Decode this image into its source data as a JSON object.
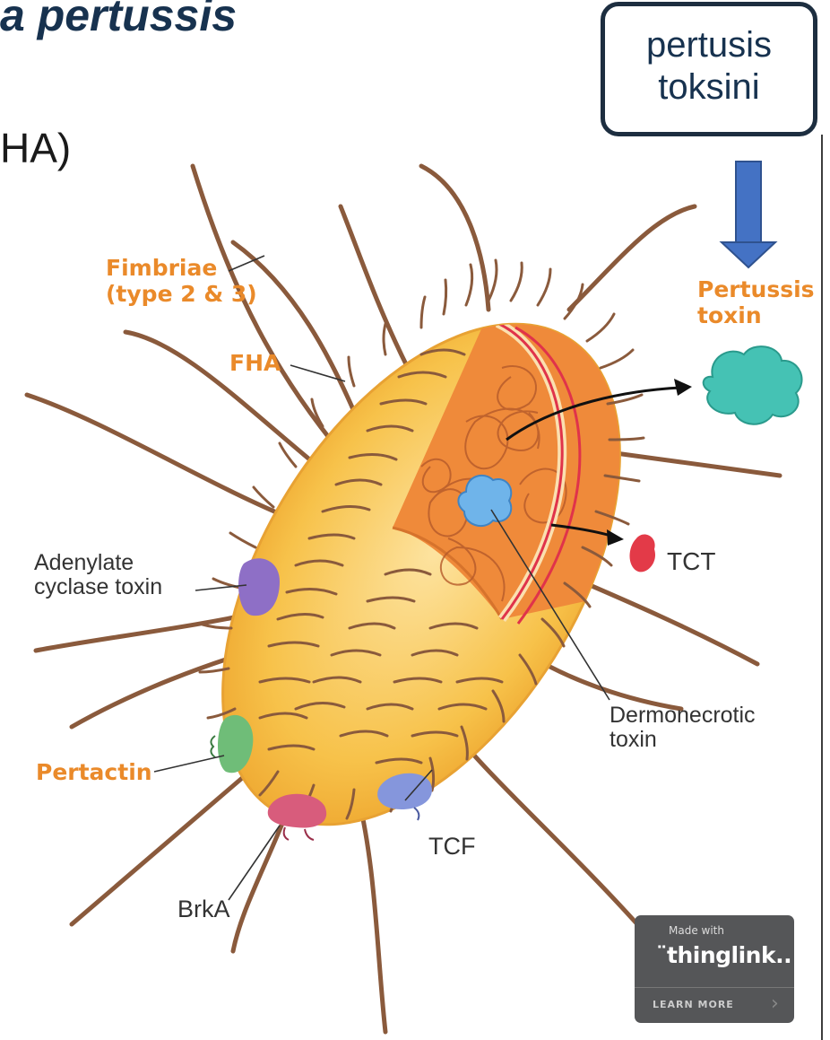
{
  "slide": {
    "title": "a pertussis",
    "body_fragment": "HA)"
  },
  "callout": {
    "line1": "pertusis",
    "line2": "toksini",
    "arrow_color": "#4472c4"
  },
  "labels": {
    "fimbriae_line1": "Fimbriae",
    "fimbriae_line2": "(type 2 & 3)",
    "fha": "FHA",
    "pertussis_toxin_line1": "Pertussis",
    "pertussis_toxin_line2": "toxin",
    "adenylate_line1": "Adenylate",
    "adenylate_line2": "cyclase toxin",
    "tct": "TCT",
    "dermonecrotic_line1": "Dermonecrotic",
    "dermonecrotic_line2": "toxin",
    "pertactin": "Pertactin",
    "tcf": "TCF",
    "brka": "BrkA"
  },
  "badge": {
    "made_with": "Made with",
    "brand": "¨thinglink..",
    "learn_more": "LEARN MORE",
    "chevron": "›"
  },
  "colors": {
    "label_orange": "#ea8a2a",
    "body_yellow": "#f7c24a",
    "cytoplasm_orange": "#ef8a3a",
    "pertussis_toxin": "#45c2b4",
    "dermonecrotic_toxin": "#6fb4ea",
    "tct": "#e33a48",
    "adenylate_cyclase": "#8e6fc6",
    "pertactin": "#6fbd78",
    "brka": "#d85c7c",
    "tcf": "#8596dc"
  }
}
